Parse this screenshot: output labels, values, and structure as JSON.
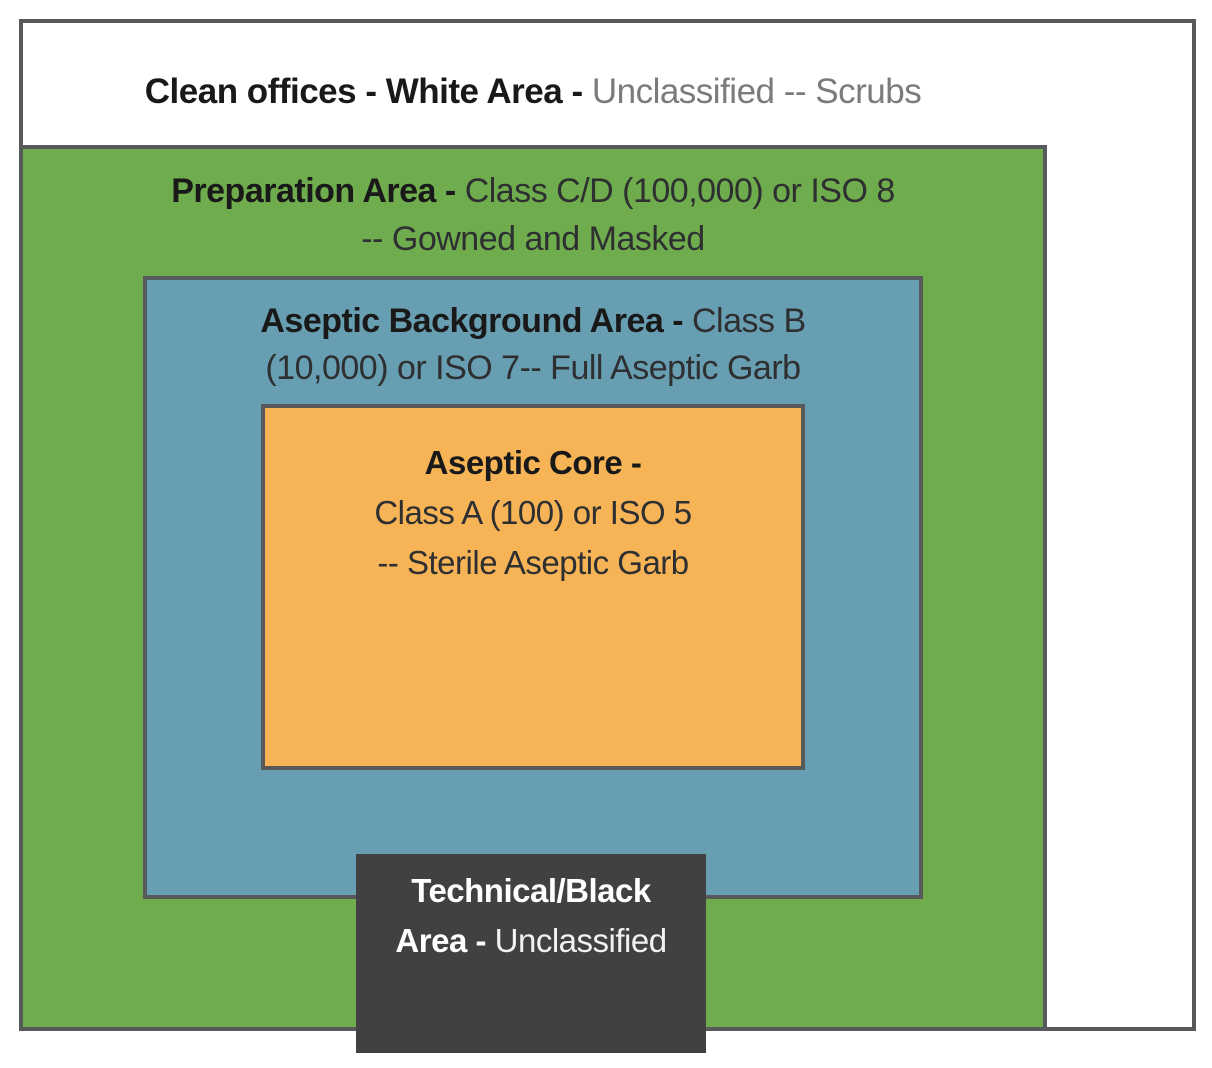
{
  "colors": {
    "border": "#58595b",
    "white_area_bg": "#ffffff",
    "preparation_area_bg": "#6fac4d",
    "aseptic_background_bg": "#689eb1",
    "aseptic_core_bg": "#f6b456",
    "technical_area_bg": "#414042",
    "bold_text": "#191919",
    "body_text": "#2e2f31",
    "muted_text": "#7a7b7e",
    "technical_text": "#ffffff"
  },
  "layers": {
    "white_area": {
      "label_bold": "Clean offices - White Area - ",
      "label_muted": "Unclassified -- Scrubs"
    },
    "preparation_area": {
      "label_bold": "Preparation Area - ",
      "label_line1_rest": "Class C/D (100,000) or ISO 8",
      "label_line2": "-- Gowned and Masked"
    },
    "aseptic_background_area": {
      "label_bold": "Aseptic Background Area - ",
      "label_line1_rest": "Class B",
      "label_line2": "(10,000) or ISO 7-- Full Aseptic Garb"
    },
    "aseptic_core": {
      "label_bold": "Aseptic Core -",
      "label_line2": "Class A (100) or ISO 5",
      "label_line3": "-- Sterile Aseptic Garb"
    },
    "technical_area": {
      "label_line1_bold": "Technical/Black",
      "label_line2_bold": "Area - ",
      "label_line2_rest": "Unclassified"
    }
  }
}
